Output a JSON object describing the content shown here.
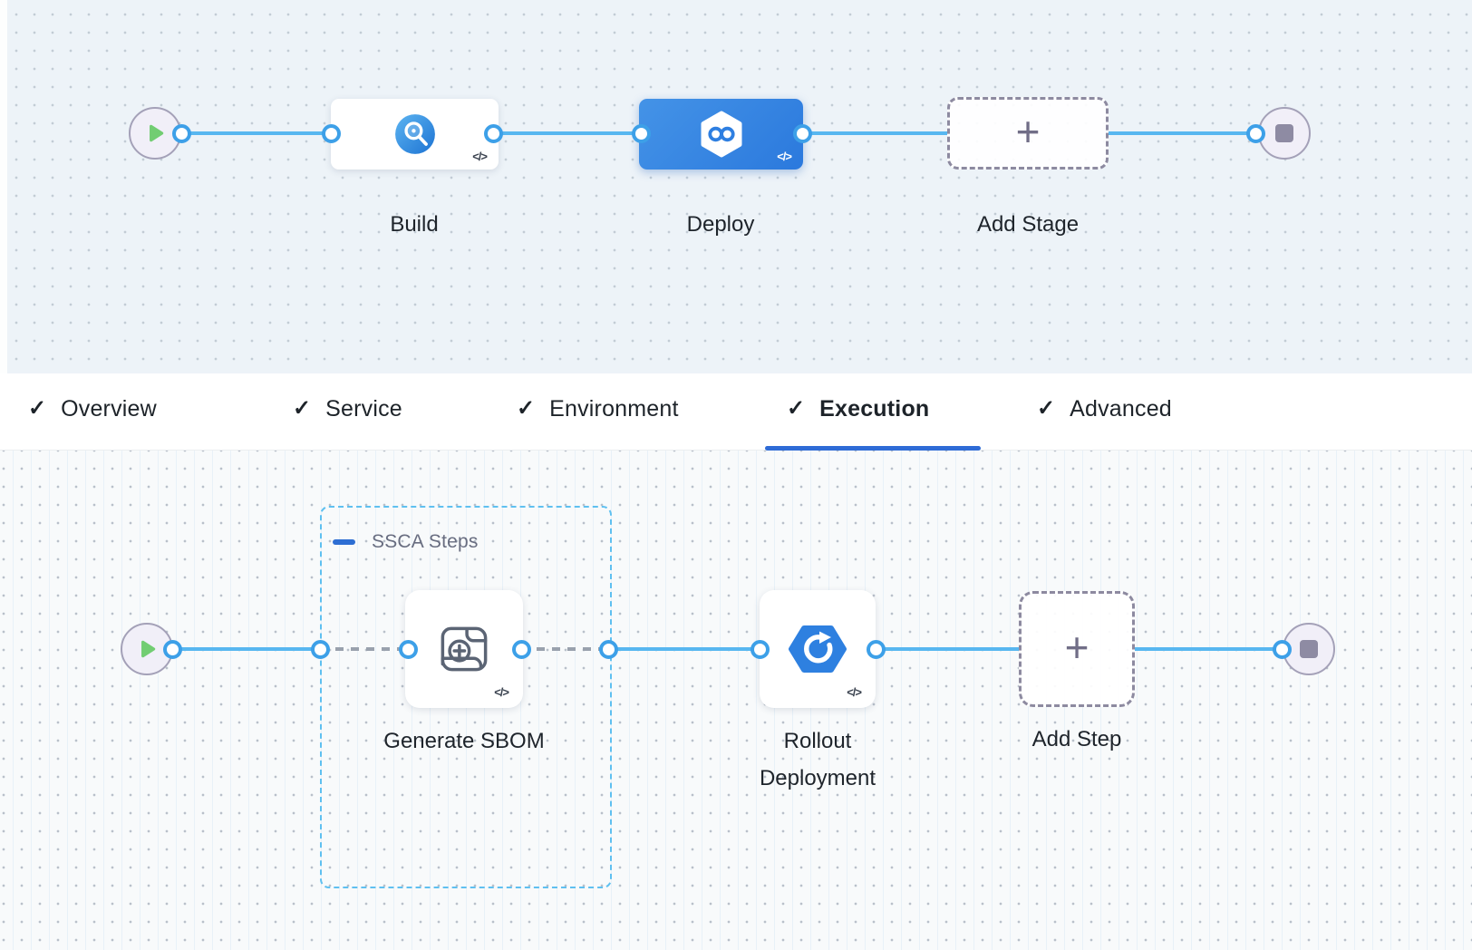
{
  "stage_canvas": {
    "stages": [
      {
        "label": "Build",
        "icon": "ci-build-icon",
        "code_badge": "</>"
      },
      {
        "label": "Deploy",
        "icon": "cd-deploy-icon",
        "code_badge": "</>",
        "selected": true
      },
      {
        "label": "Add Stage",
        "icon": "plus-icon",
        "plus_glyph": "+"
      }
    ],
    "start_icon": "play-icon",
    "end_icon": "stop-icon"
  },
  "tab_bar": {
    "check_glyph": "✓",
    "tabs": [
      {
        "label": "Overview",
        "checked": true,
        "active": false
      },
      {
        "label": "Service",
        "checked": true,
        "active": false
      },
      {
        "label": "Environment",
        "checked": true,
        "active": false
      },
      {
        "label": "Execution",
        "checked": true,
        "active": true
      },
      {
        "label": "Advanced",
        "checked": true,
        "active": false
      }
    ]
  },
  "execution_canvas": {
    "group": {
      "label": "SSCA Steps",
      "collapse_icon": "minus-icon"
    },
    "steps": [
      {
        "label": "Generate SBOM",
        "icon": "sbom-scroll-icon",
        "code_badge": "</>"
      },
      {
        "label_line1": "Rollout",
        "label_line2": "Deployment",
        "icon": "rollout-deployment-icon",
        "code_badge": "</>"
      },
      {
        "label": "Add Step",
        "icon": "plus-icon",
        "plus_glyph": "+"
      }
    ],
    "start_icon": "play-icon",
    "end_icon": "stop-icon"
  },
  "colors": {
    "selected_stage_blue": "#2f80e0",
    "link_blue": "#58b7f0",
    "connector_ring_blue": "#3da0e8",
    "tab_underline_blue": "#2e6bd6",
    "group_border_blue": "#5fc0f0",
    "play_green": "#72cd72",
    "end_node_gray": "#8e8ba3",
    "dashed_gray": "#99a1ad"
  }
}
